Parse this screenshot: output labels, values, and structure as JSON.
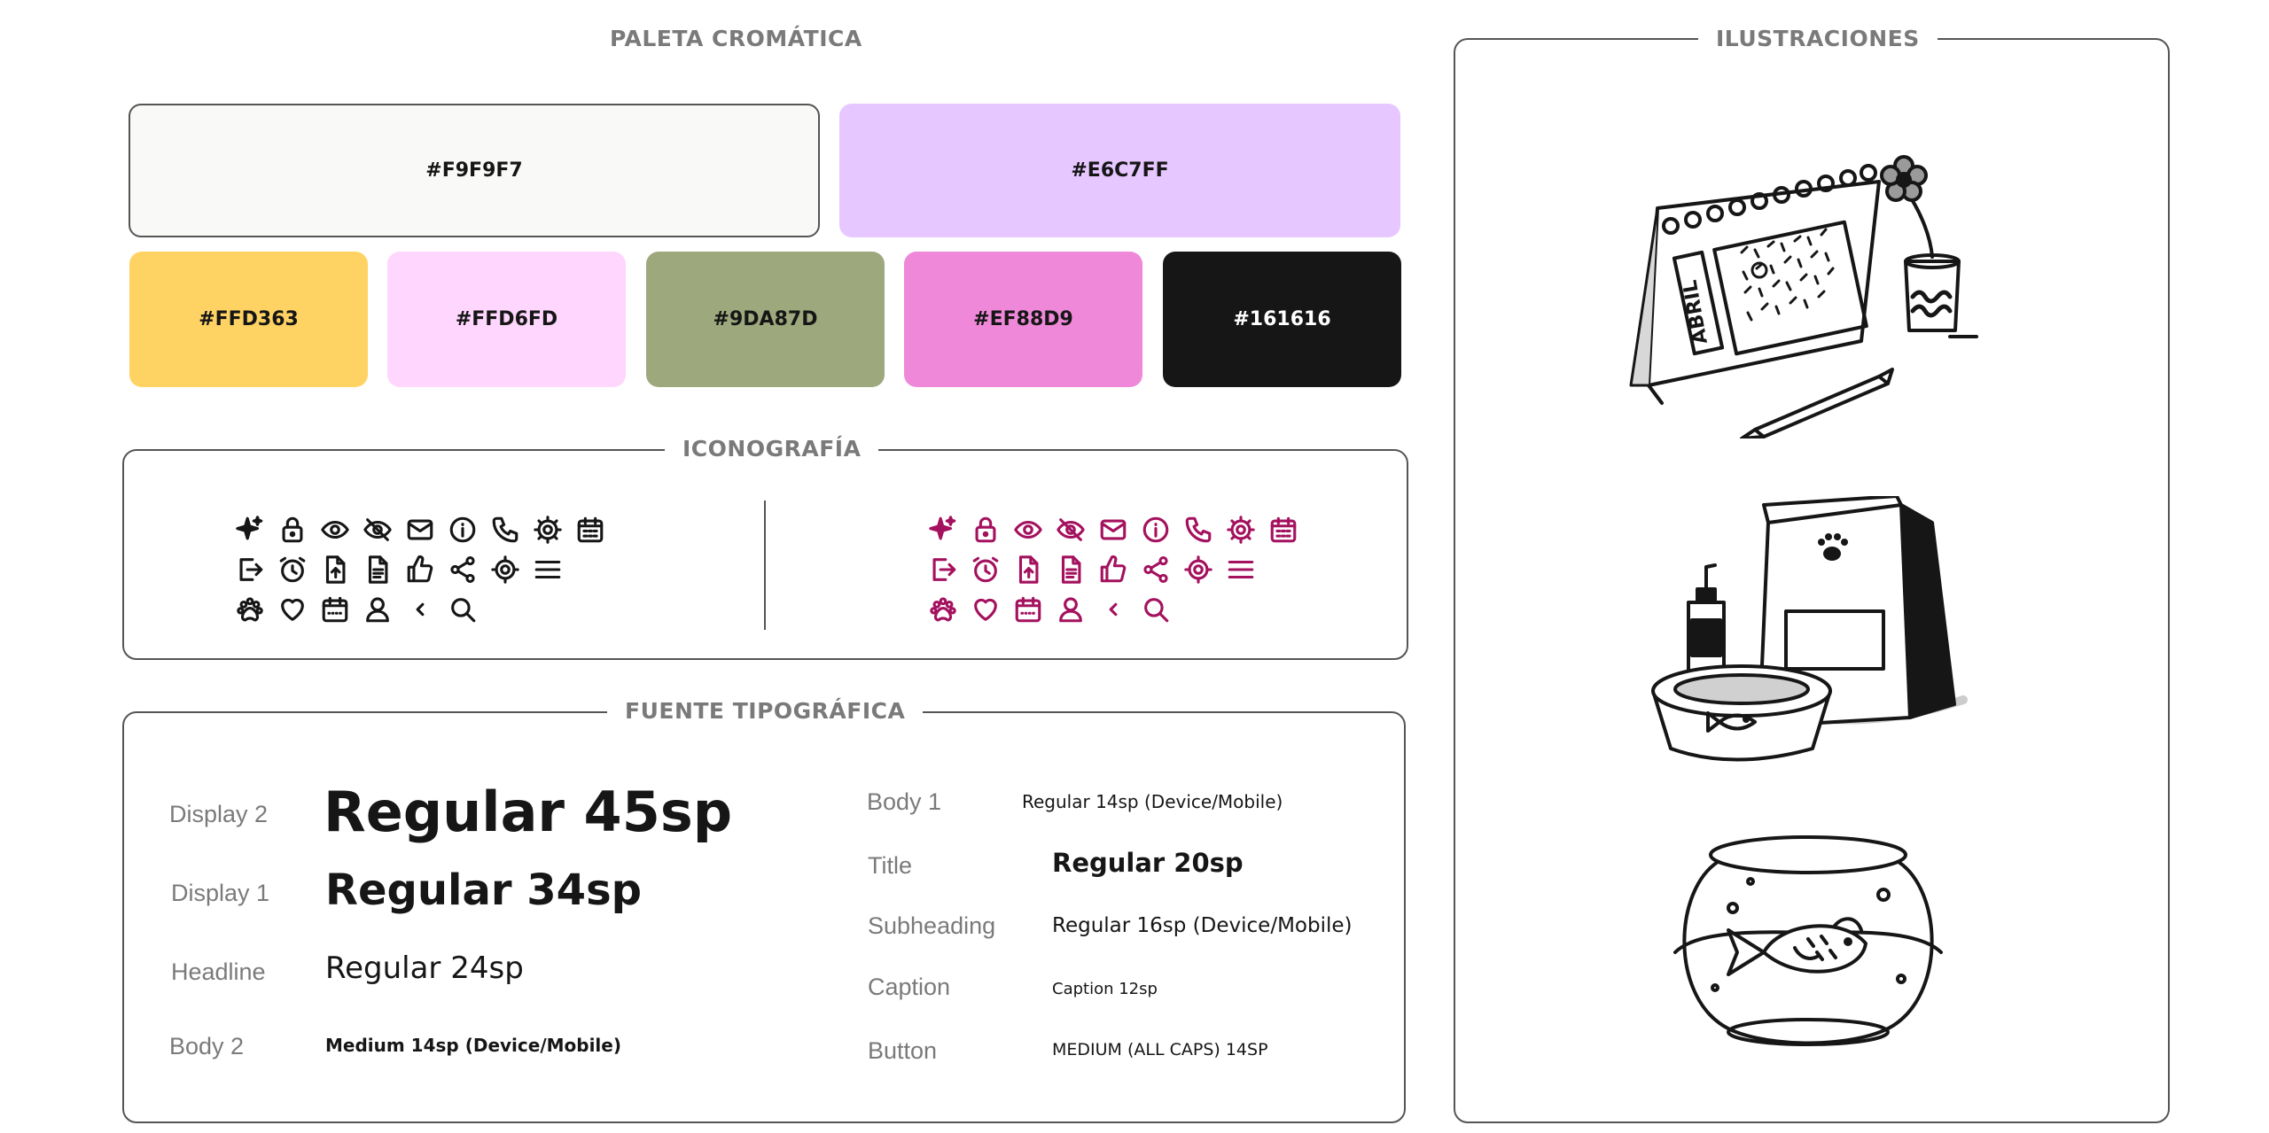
{
  "palette": {
    "title": "PALETA CROMÁTICA",
    "colors": [
      {
        "label": "#F9F9F7",
        "hex": "#F9F9F7",
        "text": "#161616"
      },
      {
        "label": "#E6C7FF",
        "hex": "#E6C7FF",
        "text": "#161616"
      },
      {
        "label": "#FFD363",
        "hex": "#FFD363",
        "text": "#161616"
      },
      {
        "label": "#FFD6FD",
        "hex": "#FFD6FD",
        "text": "#161616"
      },
      {
        "label": "#9DA87D",
        "hex": "#9DA87D",
        "text": "#161616"
      },
      {
        "label": "#EF88D9",
        "hex": "#EF88D9",
        "text": "#161616"
      },
      {
        "label": "#161616",
        "hex": "#161616",
        "text": "#FFFFFF"
      }
    ]
  },
  "iconography": {
    "title": "ICONOGRAFÍA",
    "dark_color": "#161616",
    "accent_color": "#A4115E",
    "icons": [
      "sparkle-icon",
      "lock-icon",
      "eye-icon",
      "eye-off-icon",
      "mail-icon",
      "info-icon",
      "phone-icon",
      "gear-icon",
      "calendar-icon",
      "logout-icon",
      "alarm-icon",
      "file-upload-icon",
      "document-icon",
      "thumbs-up-icon",
      "share-icon",
      "location-target-icon",
      "menu-icon",
      "paw-icon",
      "heart-icon",
      "calendar-dots-icon",
      "user-icon",
      "chevron-left-icon",
      "search-icon"
    ]
  },
  "typography": {
    "title": "FUENTE TIPOGRÁFICA",
    "left": [
      {
        "label": "Display 2",
        "sample": "Regular 45sp"
      },
      {
        "label": "Display 1",
        "sample": "Regular 34sp"
      },
      {
        "label": "Headline",
        "sample": "Regular 24sp"
      },
      {
        "label": "Body 2",
        "sample": "Medium 14sp (Device/Mobile)"
      }
    ],
    "right": [
      {
        "label": "Body 1",
        "sample": "Regular 14sp (Device/Mobile)"
      },
      {
        "label": "Title",
        "sample": "Regular 20sp"
      },
      {
        "label": "Subheading",
        "sample": "Regular 16sp (Device/Mobile)"
      },
      {
        "label": "Caption",
        "sample": "Caption 12sp"
      },
      {
        "label": "Button",
        "sample": "MEDIUM (ALL CAPS) 14SP"
      }
    ]
  },
  "illustrations": {
    "title": "ILUSTRACIONES",
    "items": [
      {
        "name": "calendar-illustration",
        "text": "ABRIL"
      },
      {
        "name": "pet-food-illustration"
      },
      {
        "name": "fishbowl-illustration"
      }
    ]
  }
}
